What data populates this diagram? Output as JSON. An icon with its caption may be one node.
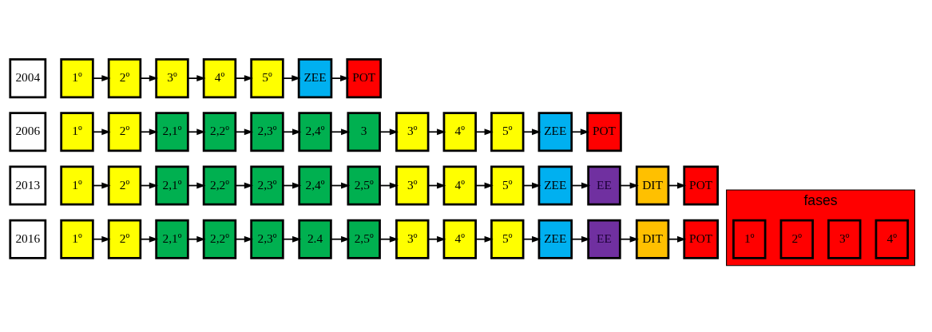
{
  "diagram": {
    "nodes": [
      {
        "text": [
          "2004"
        ]
      },
      {
        "text": [
          "1º"
        ]
      },
      {
        "text": [
          "2º"
        ]
      },
      {
        "text": [
          "3º"
        ]
      },
      {
        "text": [
          "4º"
        ]
      },
      {
        "text": [
          "5º"
        ]
      },
      {
        "text": [
          "ZEE"
        ]
      },
      {
        "text": [
          "POT"
        ]
      },
      {
        "text": [
          "2006"
        ]
      },
      {
        "text": [
          "1º"
        ]
      },
      {
        "text": [
          "2º"
        ]
      },
      {
        "text": [
          "2,1º"
        ]
      },
      {
        "text": [
          "2,2º"
        ]
      },
      {
        "text": [
          "2,3º"
        ]
      },
      {
        "text": [
          "2,4º"
        ]
      },
      {
        "text": [
          "3"
        ]
      },
      {
        "text": [
          "3º"
        ]
      },
      {
        "text": [
          "4º"
        ]
      },
      {
        "text": [
          "5º"
        ]
      },
      {
        "text": [
          "ZEE"
        ]
      },
      {
        "text": [
          "POT"
        ]
      },
      {
        "text": [
          "2013"
        ]
      },
      {
        "text": [
          "1º"
        ]
      },
      {
        "text": [
          "2º"
        ]
      },
      {
        "text": [
          "2,1º"
        ]
      },
      {
        "text": [
          "2,2º"
        ]
      },
      {
        "text": [
          "2,3º"
        ]
      },
      {
        "text": [
          "2,4º"
        ]
      },
      {
        "text": [
          "2,5º"
        ]
      },
      {
        "text": [
          "3º"
        ]
      },
      {
        "text": [
          "4º"
        ]
      },
      {
        "text": [
          "5º"
        ]
      },
      {
        "text": [
          "ZEE"
        ]
      },
      {
        "text": [
          "EE"
        ]
      },
      {
        "text": [
          "DIT"
        ]
      },
      {
        "text": [
          "POT"
        ]
      },
      {
        "text": [
          "2016"
        ]
      },
      {
        "text": [
          "1º"
        ]
      },
      {
        "text": [
          "2º"
        ]
      },
      {
        "text": [
          "2,1º"
        ]
      },
      {
        "text": [
          "2,2º"
        ]
      },
      {
        "text": [
          "2,3º"
        ]
      },
      {
        "text": [
          "2.4"
        ]
      },
      {
        "text": [
          "2,5º"
        ]
      },
      {
        "text": [
          "3º"
        ]
      },
      {
        "text": [
          "4º"
        ]
      },
      {
        "text": [
          "5º"
        ]
      },
      {
        "text": [
          "ZEE"
        ]
      },
      {
        "text": [
          "EE"
        ]
      },
      {
        "text": [
          "DIT"
        ]
      },
      {
        "text": [
          "POT"
        ]
      },
      {
        "text": [
          "fases"
        ]
      },
      {
        "text": [
          "1º"
        ],
        "in": 51
      },
      {
        "text": [
          "2º"
        ],
        "in": 51
      },
      {
        "text": [
          "3º"
        ],
        "in": 51
      },
      {
        "text": [
          "4º"
        ],
        "in": 51
      }
    ],
    "edges": [
      {
        "from": 1,
        "to": 2,
        "arrow": "to"
      },
      {
        "from": 2,
        "to": 3,
        "arrow": "to"
      },
      {
        "from": 3,
        "to": 4,
        "arrow": "to"
      },
      {
        "from": 4,
        "to": 5,
        "arrow": "to"
      },
      {
        "from": 5,
        "to": 6,
        "arrow": "to"
      },
      {
        "from": 6,
        "to": 7,
        "arrow": "to"
      },
      {
        "from": 9,
        "to": 10,
        "arrow": "to"
      },
      {
        "from": 10,
        "to": 11,
        "arrow": "to"
      },
      {
        "from": 11,
        "to": 12,
        "arrow": "to"
      },
      {
        "from": 12,
        "to": 13,
        "arrow": "to"
      },
      {
        "from": 13,
        "to": 14,
        "arrow": "to"
      },
      {
        "from": 14,
        "to": 15,
        "arrow": "to"
      },
      {
        "from": 15,
        "to": 16,
        "arrow": "to"
      },
      {
        "from": 16,
        "to": 17,
        "arrow": "to"
      },
      {
        "from": 17,
        "to": 18,
        "arrow": "to"
      },
      {
        "from": 18,
        "to": 19,
        "arrow": "to"
      },
      {
        "from": 19,
        "to": 20,
        "arrow": "to"
      },
      {
        "from": 22,
        "to": 23,
        "arrow": "to"
      },
      {
        "from": 23,
        "to": 24,
        "arrow": "to"
      },
      {
        "from": 24,
        "to": 25,
        "arrow": "to"
      },
      {
        "from": 25,
        "to": 26,
        "arrow": "to"
      },
      {
        "from": 26,
        "to": 27,
        "arrow": "to"
      },
      {
        "from": 27,
        "to": 28,
        "arrow": "to"
      },
      {
        "from": 28,
        "to": 29,
        "arrow": "to"
      },
      {
        "from": 29,
        "to": 30,
        "arrow": "to"
      },
      {
        "from": 30,
        "to": 31,
        "arrow": "to"
      },
      {
        "from": 31,
        "to": 32,
        "arrow": "to"
      },
      {
        "from": 32,
        "to": 33,
        "arrow": "to"
      },
      {
        "from": 33,
        "to": 34,
        "arrow": "to"
      },
      {
        "from": 34,
        "to": 35,
        "arrow": "to"
      },
      {
        "from": 37,
        "to": 38,
        "arrow": "to"
      },
      {
        "from": 38,
        "to": 39,
        "arrow": "to"
      },
      {
        "from": 39,
        "to": 40,
        "arrow": "to"
      },
      {
        "from": 40,
        "to": 41,
        "arrow": "to"
      },
      {
        "from": 41,
        "to": 42,
        "arrow": "to"
      },
      {
        "from": 42,
        "to": 43,
        "arrow": "to"
      },
      {
        "from": 43,
        "to": 44,
        "arrow": "to"
      },
      {
        "from": 44,
        "to": 45,
        "arrow": "to"
      },
      {
        "from": 45,
        "to": 46,
        "arrow": "to"
      },
      {
        "from": 46,
        "to": 47,
        "arrow": "to"
      },
      {
        "from": 47,
        "to": 48,
        "arrow": "to"
      },
      {
        "from": 48,
        "to": 49,
        "arrow": "to"
      },
      {
        "from": 49,
        "to": 50,
        "arrow": "to"
      }
    ]
  }
}
